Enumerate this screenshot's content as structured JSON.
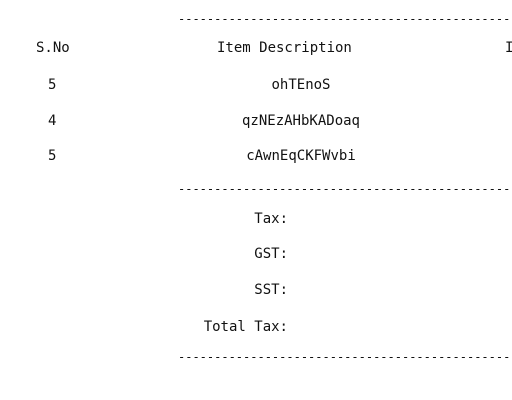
{
  "receipt": {
    "divider": "----------------------------------------------------------------",
    "headers": {
      "serial": "S.No",
      "description": "Item Description",
      "cut_off": "I"
    },
    "items": [
      {
        "serial": "5",
        "description": "ohTEnoS"
      },
      {
        "serial": "4",
        "description": "qzNEzAHbKADoaq"
      },
      {
        "serial": "5",
        "description": "cAwnEqCKFWvbi"
      }
    ],
    "tax": {
      "tax_label": "Tax:",
      "gst_label": "GST:",
      "sst_label": "SST:",
      "total_label": "Total Tax:"
    }
  }
}
